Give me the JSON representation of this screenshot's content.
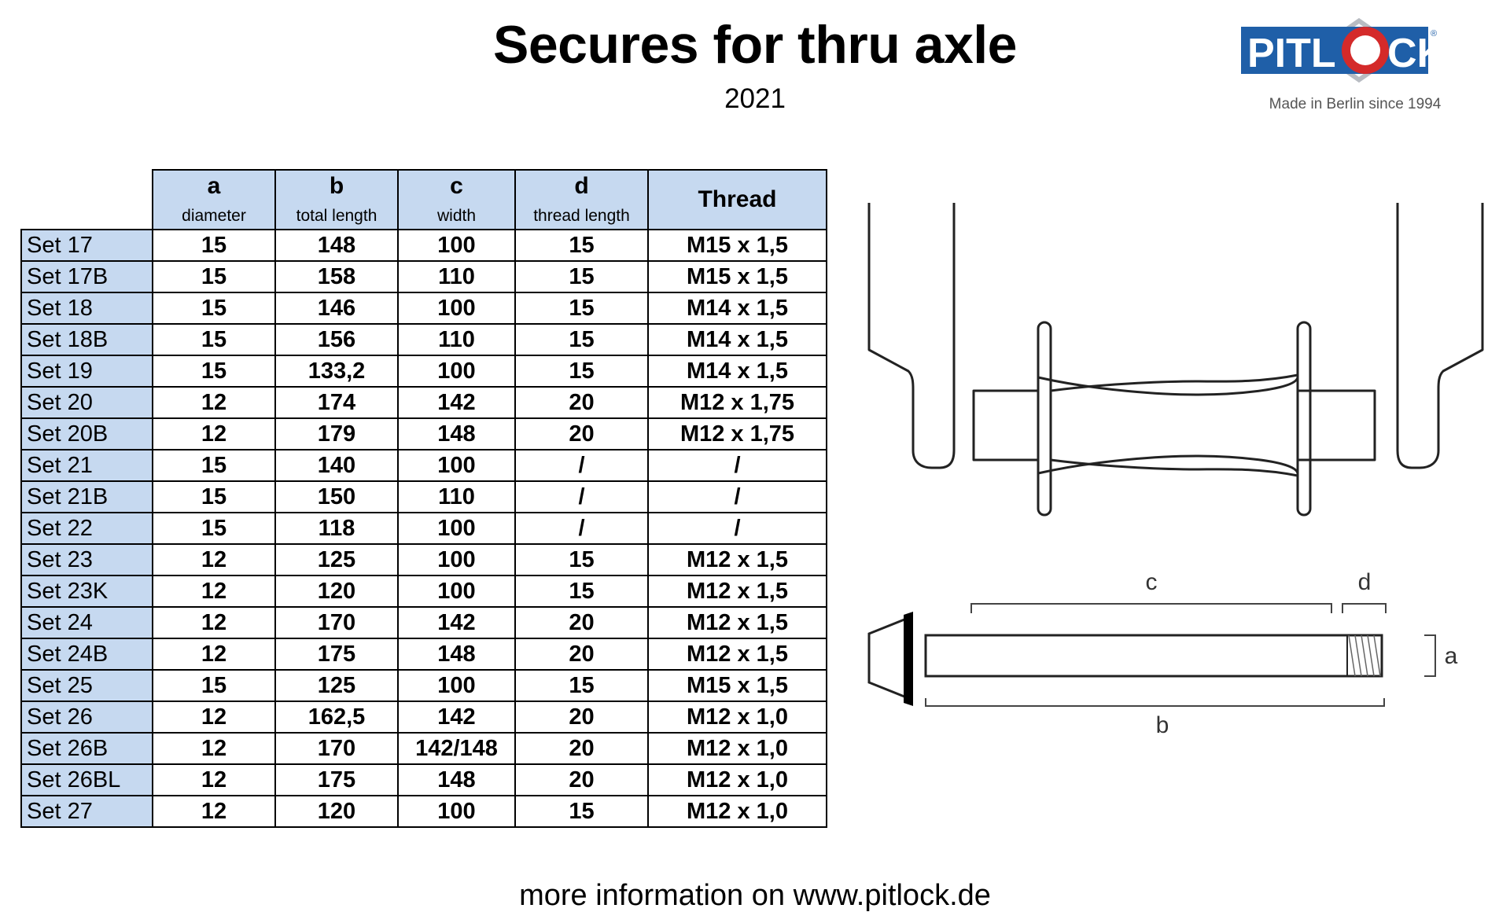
{
  "header": {
    "title": "Secures for thru axle",
    "year": "2021"
  },
  "logo": {
    "wordmark": "PITLOCK",
    "tagline": "Made in Berlin since 1994",
    "registered": "®",
    "colors": {
      "blue": "#1f5fa8",
      "red": "#d42a2a",
      "silver": "#b8bcc2"
    }
  },
  "table": {
    "columns": [
      {
        "letter": "a",
        "sub": "diameter"
      },
      {
        "letter": "b",
        "sub": "total length"
      },
      {
        "letter": "c",
        "sub": "width"
      },
      {
        "letter": "d",
        "sub": "thread length"
      },
      {
        "letter": "Thread",
        "sub": ""
      }
    ],
    "rows": [
      {
        "name": "Set 17",
        "a": "15",
        "b": "148",
        "c": "100",
        "d": "15",
        "thread": "M15 x 1,5"
      },
      {
        "name": "Set 17B",
        "a": "15",
        "b": "158",
        "c": "110",
        "d": "15",
        "thread": "M15 x 1,5"
      },
      {
        "name": "Set 18",
        "a": "15",
        "b": "146",
        "c": "100",
        "d": "15",
        "thread": "M14 x 1,5"
      },
      {
        "name": "Set 18B",
        "a": "15",
        "b": "156",
        "c": "110",
        "d": "15",
        "thread": "M14 x 1,5"
      },
      {
        "name": "Set 19",
        "a": "15",
        "b": "133,2",
        "c": "100",
        "d": "15",
        "thread": "M14 x 1,5"
      },
      {
        "name": "Set 20",
        "a": "12",
        "b": "174",
        "c": "142",
        "d": "20",
        "thread": "M12 x 1,75"
      },
      {
        "name": "Set 20B",
        "a": "12",
        "b": "179",
        "c": "148",
        "d": "20",
        "thread": "M12 x 1,75"
      },
      {
        "name": "Set 21",
        "a": "15",
        "b": "140",
        "c": "100",
        "d": "/",
        "thread": "/"
      },
      {
        "name": "Set 21B",
        "a": "15",
        "b": "150",
        "c": "110",
        "d": "/",
        "thread": "/"
      },
      {
        "name": "Set 22",
        "a": "15",
        "b": "118",
        "c": "100",
        "d": "/",
        "thread": "/"
      },
      {
        "name": "Set 23",
        "a": "12",
        "b": "125",
        "c": "100",
        "d": "15",
        "thread": "M12 x 1,5"
      },
      {
        "name": "Set 23K",
        "a": "12",
        "b": "120",
        "c": "100",
        "d": "15",
        "thread": "M12 x 1,5"
      },
      {
        "name": "Set 24",
        "a": "12",
        "b": "170",
        "c": "142",
        "d": "20",
        "thread": "M12 x 1,5"
      },
      {
        "name": "Set 24B",
        "a": "12",
        "b": "175",
        "c": "148",
        "d": "20",
        "thread": "M12 x 1,5"
      },
      {
        "name": "Set 25",
        "a": "15",
        "b": "125",
        "c": "100",
        "d": "15",
        "thread": "M15 x 1,5"
      },
      {
        "name": "Set 26",
        "a": "12",
        "b": "162,5",
        "c": "142",
        "d": "20",
        "thread": "M12 x 1,0"
      },
      {
        "name": "Set 26B",
        "a": "12",
        "b": "170",
        "c": "142/148",
        "d": "20",
        "thread": "M12 x 1,0"
      },
      {
        "name": "Set 26BL",
        "a": "12",
        "b": "175",
        "c": "148",
        "d": "20",
        "thread": "M12 x 1,0"
      },
      {
        "name": "Set 27",
        "a": "12",
        "b": "120",
        "c": "100",
        "d": "15",
        "thread": "M12 x 1,0"
      }
    ]
  },
  "diagram": {
    "labels": {
      "a": "a",
      "b": "b",
      "c": "c",
      "d": "d"
    }
  },
  "footer": {
    "text": "more information on www.pitlock.de"
  },
  "colors": {
    "header_fill": "#c6d9f0",
    "border": "#000000"
  }
}
